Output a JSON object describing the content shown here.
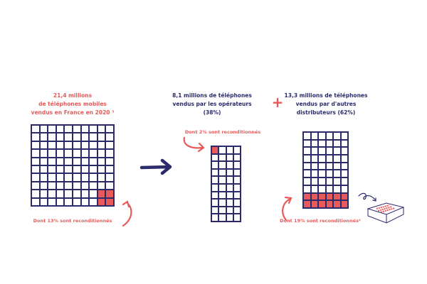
{
  "colors": {
    "navy": "#2b2a6b",
    "red": "#e85a5a"
  },
  "total": {
    "lines": [
      "21,4 millions",
      "de téléphones mobiles",
      "vendus en France en 2020 ³"
    ],
    "note": "Dont 13% sont reconditionnés",
    "grid": {
      "cols": 10,
      "rows": 10,
      "refurbished_cells": 4
    }
  },
  "operators": {
    "lines": [
      "8,1 millions de téléphones",
      "vendus par les opérateurs",
      "(38%)"
    ],
    "note": "Dont 2% sont reconditionnés",
    "grid": {
      "cols": 4,
      "rows": 10,
      "refurbished_cells": 1
    }
  },
  "plus_sign": "+",
  "others": {
    "lines": [
      "13,3 millions de téléphones",
      "vendus par d'autres",
      "distributeurs (62%)"
    ],
    "note": "Dont 19% sont reconditionnés⁴",
    "grid": {
      "cols": 6,
      "rows": 10,
      "refurbished_cells": 12
    }
  }
}
